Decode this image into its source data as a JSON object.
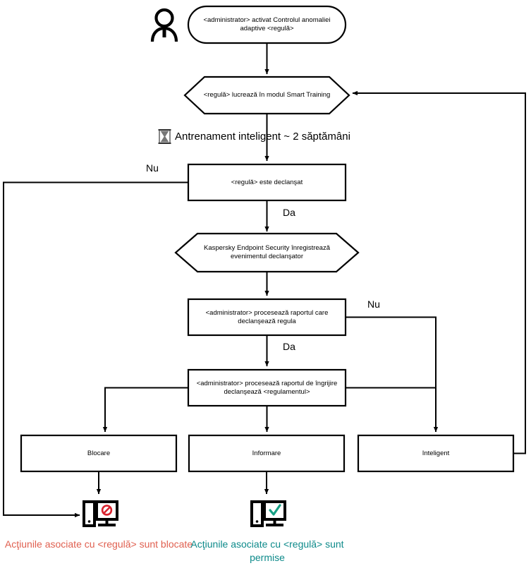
{
  "diagram": {
    "title": "Adaptive Anomaly Control rule flow",
    "colors": {
      "stroke": "#000000",
      "fill": "#ffffff",
      "blocked_text": "#e06050",
      "allowed_text": "#0d8a8a",
      "deny_icon": "#d9232e",
      "allow_icon": "#16a085"
    },
    "nodes": {
      "actor": {
        "icon": "person-icon"
      },
      "start": {
        "shape": "stadium",
        "text": "<administrator> activat Controlul anomaliei adaptive <regulă>"
      },
      "smart_training": {
        "shape": "hexagon",
        "text": "<regulă> lucrează în modul Smart Training"
      },
      "training_note": {
        "icon": "hourglass-icon",
        "text": "Antrenament inteligent ~ 2 săptămâni"
      },
      "rule_triggered": {
        "shape": "rectangle",
        "text": "<regulă> este declanşat"
      },
      "kes_records": {
        "shape": "hexagon",
        "text": "Kaspersky Endpoint Security înregistrează evenimentul declanşator"
      },
      "admin_process_report": {
        "shape": "rectangle",
        "text": "<administrator> procesează raportul care declanşează regula"
      },
      "admin_process_care_report": {
        "shape": "rectangle",
        "text": "<administrator> procesează raportul de îngrijire declanşează <regulamentul>"
      },
      "block": {
        "shape": "rectangle",
        "text": "Blocare"
      },
      "inform": {
        "shape": "rectangle",
        "text": "Informare"
      },
      "smart": {
        "shape": "rectangle",
        "text": "Inteligent"
      },
      "blocked_monitor": {
        "icon": "monitor-blocked-icon"
      },
      "allowed_monitor": {
        "icon": "monitor-allowed-icon"
      }
    },
    "edge_labels": {
      "triggered_no": "Nu",
      "triggered_yes": "Da",
      "report_no": "Nu",
      "report_yes": "Da"
    },
    "outcomes": {
      "blocked": "Acţiunile asociate cu <regulă> sunt blocate",
      "allowed": "Acţiunile asociate cu <regulă> sunt permise"
    }
  }
}
